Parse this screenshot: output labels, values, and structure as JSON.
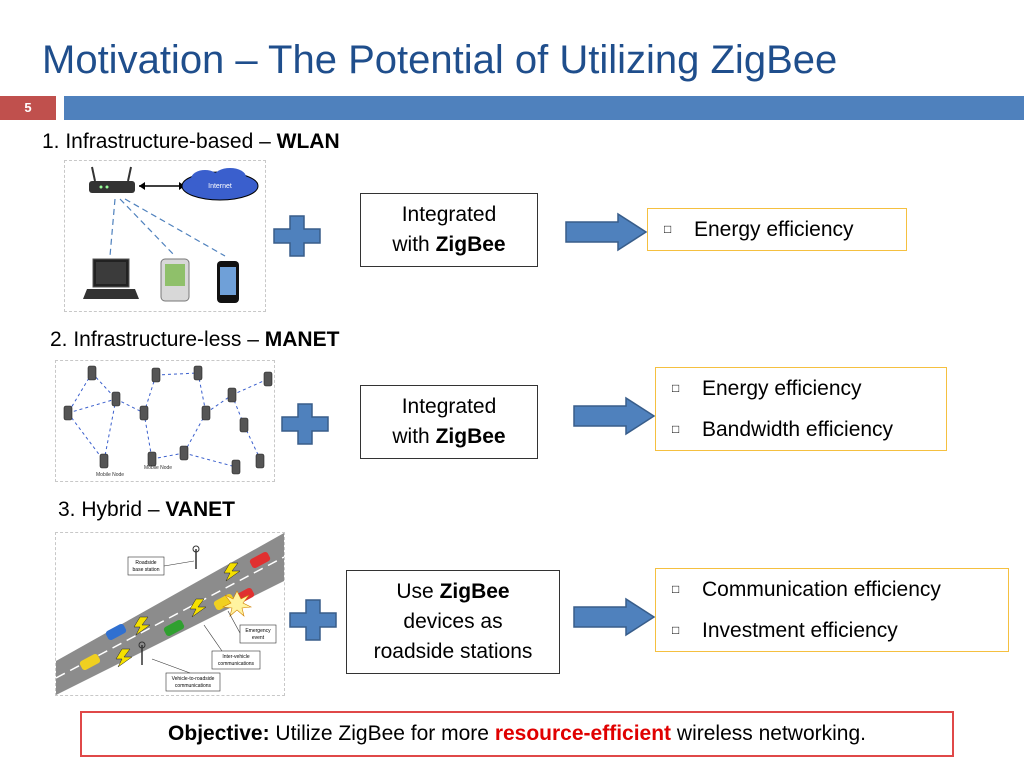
{
  "slide": {
    "title": "Motivation – The Potential of Utilizing ZigBee",
    "number": "5"
  },
  "colors": {
    "title": "#1f4e8c",
    "title_bar": "#4f81bd",
    "number_badge": "#c0504d",
    "plus_and_arrow": "#4f81bd",
    "bullet_box_border": "#f5c040",
    "objective_border": "#e04848",
    "highlight_text": "#e00000"
  },
  "sections": [
    {
      "heading_prefix": "1. Infrastructure-based – ",
      "heading_bold": "WLAN",
      "diagram_label": "Internet",
      "box_line1": "Integrated",
      "box_line2_prefix": "with ",
      "box_line2_bold": "ZigBee",
      "bullets": [
        "Energy efficiency"
      ]
    },
    {
      "heading_prefix": "2. Infrastructure-less – ",
      "heading_bold": "MANET",
      "diagram_labels": [
        "Mobile Node",
        "Mobile Node"
      ],
      "box_line1": "Integrated",
      "box_line2_prefix": "with ",
      "box_line2_bold": "ZigBee",
      "bullets": [
        "Energy efficiency",
        "Bandwidth efficiency"
      ]
    },
    {
      "heading_prefix": "3. Hybrid – ",
      "heading_bold": "VANET",
      "diagram_labels": {
        "roadside_a": "Roadside",
        "roadside_b": "base station",
        "emergency_a": "Emergency",
        "emergency_b": "event",
        "inter_a": "Inter-vehicle",
        "inter_b": "communications",
        "v2r_a": "Vehicle-to-roadside",
        "v2r_b": "communications"
      },
      "box_line1_prefix": "Use ",
      "box_line1_bold": "ZigBee",
      "box_line2": "devices as",
      "box_line3": "roadside stations",
      "bullets": [
        "Communication efficiency",
        "Investment efficiency"
      ]
    }
  ],
  "bullet_glyph": "□",
  "objective": {
    "label": "Objective:",
    "text_before": " Utilize ZigBee for more ",
    "highlight": "resource-efficient",
    "text_after": " wireless networking."
  }
}
